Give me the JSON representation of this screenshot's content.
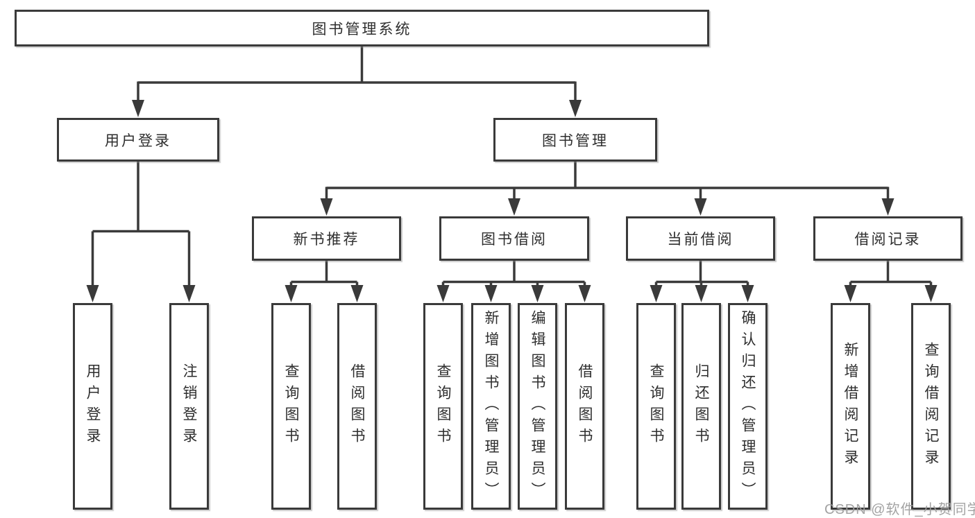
{
  "diagram": {
    "root": {
      "label": "图书管理系统"
    },
    "level2": [
      {
        "label": "用户登录"
      },
      {
        "label": "图书管理"
      }
    ],
    "level3": [
      {
        "label": "新书推荐"
      },
      {
        "label": "图书借阅"
      },
      {
        "label": "当前借阅"
      },
      {
        "label": "借阅记录"
      }
    ],
    "leaves": [
      {
        "label": "用户登录"
      },
      {
        "label": "注销登录"
      },
      {
        "label": "查询图书"
      },
      {
        "label": "借阅图书"
      },
      {
        "label": "查询图书"
      },
      {
        "label": "新增图书（管理员）"
      },
      {
        "label": "编辑图书（管理员）"
      },
      {
        "label": "借阅图书"
      },
      {
        "label": "查询图书"
      },
      {
        "label": "归还图书"
      },
      {
        "label": "确认归还（管理员）"
      },
      {
        "label": "新增借阅记录"
      },
      {
        "label": "查询借阅记录"
      }
    ]
  },
  "watermark": {
    "text": "CSDN @软件_小贺同学"
  },
  "colors": {
    "line": "#3a3a3a",
    "box_border": "#3a3a3a",
    "box_fill": "#ffffff",
    "text": "#2e2e2e",
    "watermark": "#9e9e9e",
    "background": "#ffffff"
  }
}
